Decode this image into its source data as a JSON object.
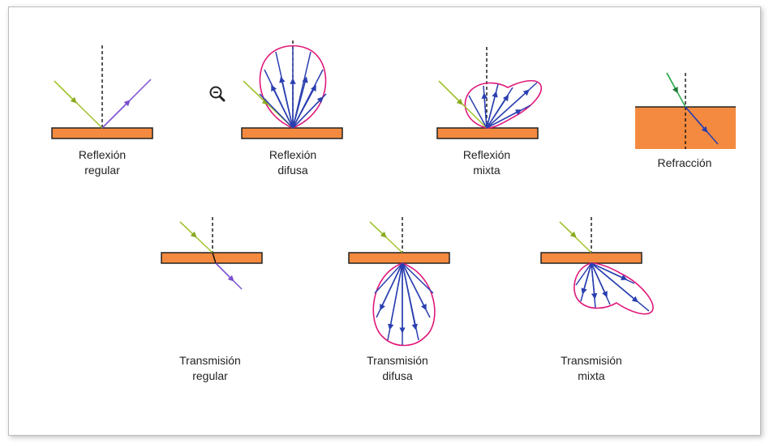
{
  "captions": {
    "reflexion_regular": [
      "Reflexión",
      "regular"
    ],
    "reflexion_difusa": [
      "Reflexión",
      "difusa"
    ],
    "reflexion_mixta": [
      "Reflexión",
      "mixta"
    ],
    "refraccion": "Refracción",
    "transmision_regular": [
      "Transmisión",
      "regular"
    ],
    "transmision_difusa": [
      "Transmisión",
      "difusa"
    ],
    "transmision_mixta": [
      "Transmisión",
      "mixta"
    ]
  },
  "icons": {
    "zoom": "zoom-out-magnifier-icon"
  },
  "colors": {
    "surface": "#f48a3f",
    "surface_edge": "#222222",
    "incident_ray": "#9fc42b",
    "reflected_ray": "#2a3fb0",
    "lobe": "#e0187a",
    "regular_reflected": "#7a4fd0",
    "refraction_ray": "#27a84a"
  }
}
